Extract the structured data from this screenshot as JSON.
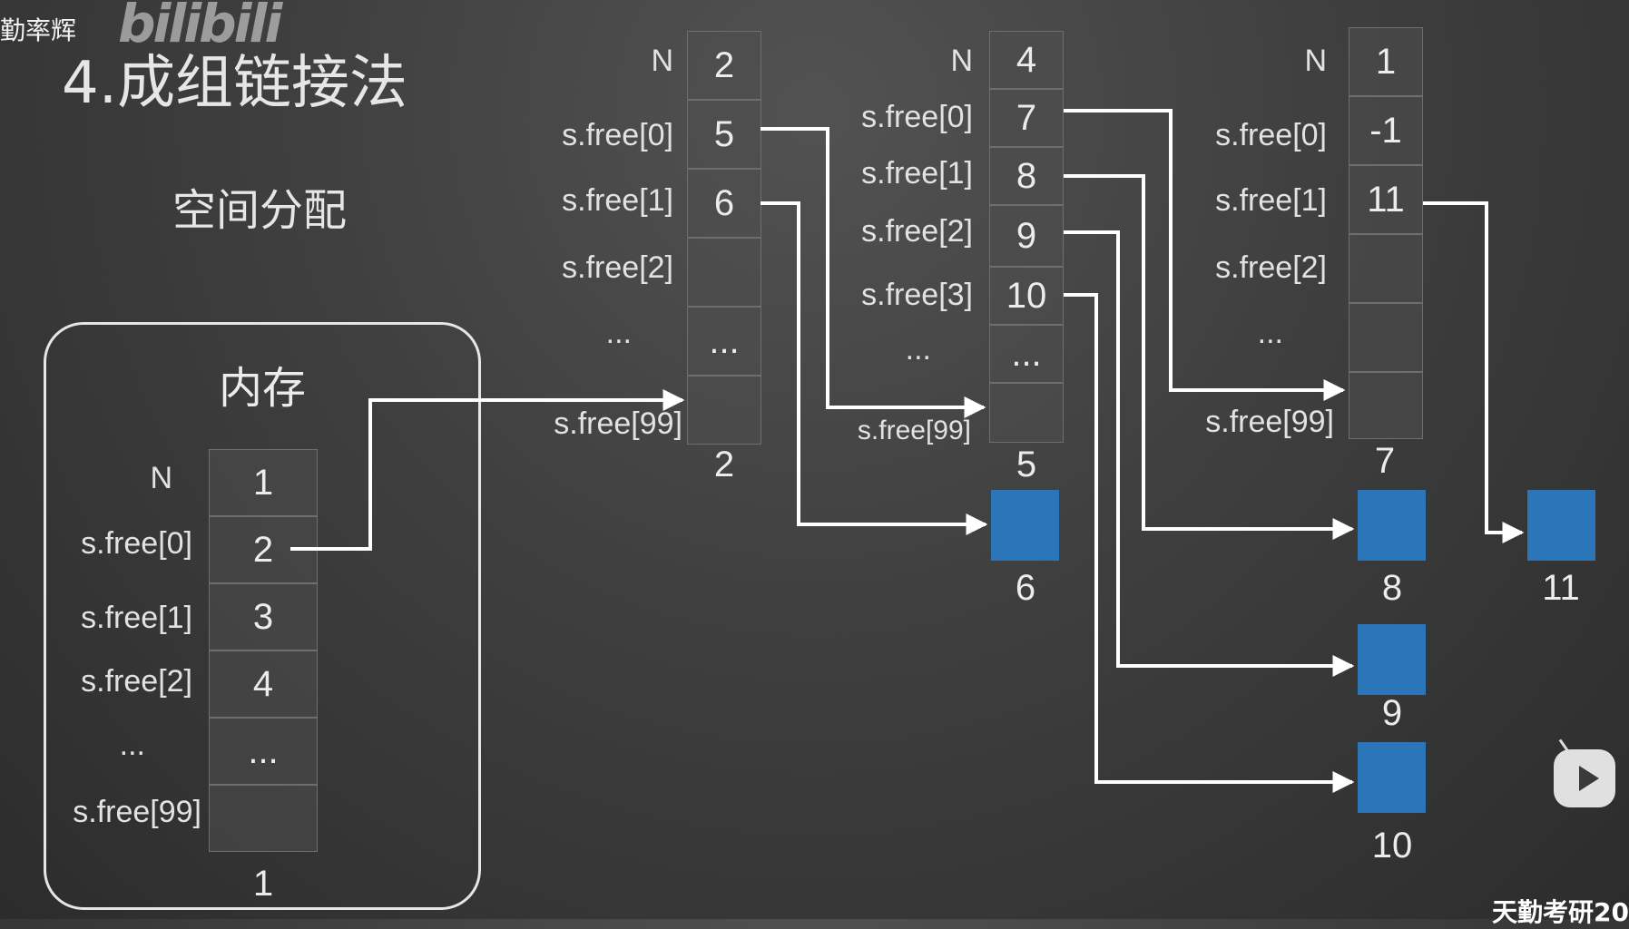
{
  "watermark": {
    "author": "勤率辉",
    "logo": "bilibili",
    "bottom_right": "天勤考研20"
  },
  "title": "4.成组链接法",
  "subtitle": "空间分配",
  "memory": {
    "label": "内存",
    "labels": [
      "N",
      "s.free[0]",
      "s.free[1]",
      "s.free[2]",
      "...",
      "s.free[99]"
    ],
    "cells": [
      "1",
      "2",
      "3",
      "4",
      "...",
      ""
    ],
    "block_number": "1"
  },
  "tables": [
    {
      "labels": [
        "N",
        "s.free[0]",
        "s.free[1]",
        "s.free[2]",
        "...",
        "s.free[99]"
      ],
      "cells": [
        "2",
        "5",
        "6",
        "",
        "...",
        ""
      ],
      "block_number": "2"
    },
    {
      "labels": [
        "N",
        "s.free[0]",
        "s.free[1]",
        "s.free[2]",
        "s.free[3]",
        "...",
        "s.free[99]"
      ],
      "cells": [
        "4",
        "7",
        "8",
        "9",
        "10",
        "...",
        ""
      ],
      "block_number": "5"
    },
    {
      "labels": [
        "N",
        "s.free[0]",
        "s.free[1]",
        "s.free[2]",
        "...",
        "s.free[99]"
      ],
      "cells": [
        "1",
        "-1",
        "11",
        "",
        "",
        ""
      ],
      "block_number": "7"
    }
  ],
  "free_blocks": [
    "6",
    "8",
    "9",
    "10",
    "11"
  ],
  "colors": {
    "block": "#2a76b9",
    "arrow": "#ffffff",
    "background": "#3f3f3f"
  },
  "icons": {
    "player": "play-icon"
  }
}
